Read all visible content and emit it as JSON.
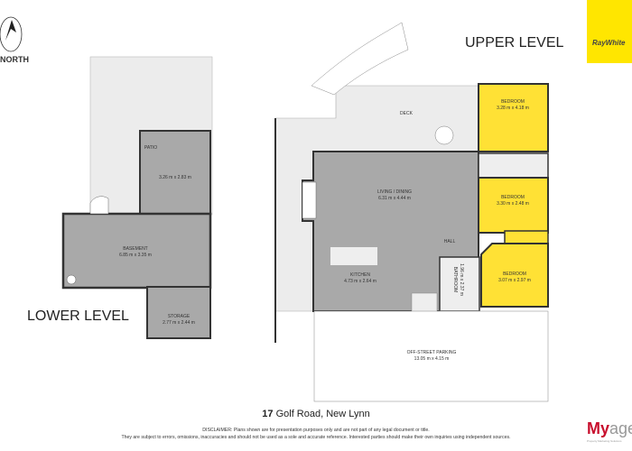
{
  "compass": {
    "label": "NORTH",
    "icon": "north-arrow-icon"
  },
  "levels": {
    "upper": "UPPER LEVEL",
    "lower": "LOWER LEVEL"
  },
  "lower_rooms": [
    {
      "name": "PATIO",
      "dims": ""
    },
    {
      "name": "",
      "dims": "3.26 m x 2.83 m"
    },
    {
      "name": "BASEMENT",
      "dims": "6.85 m x 3.35 m"
    },
    {
      "name": "STORAGE",
      "dims": "2.77 m x 2.44 m"
    }
  ],
  "upper_rooms": [
    {
      "name": "DECK",
      "dims": ""
    },
    {
      "name": "BEDROOM",
      "dims": "3.28 m x 4.18 m"
    },
    {
      "name": "LIVING / DINING",
      "dims": "6.31 m x 4.44 m"
    },
    {
      "name": "BEDROOM",
      "dims": "3.30 m x 2.48 m"
    },
    {
      "name": "HALL",
      "dims": ""
    },
    {
      "name": "KITCHEN",
      "dims": "4.73 m x 2.64 m"
    },
    {
      "name": "BATHROOM",
      "dims": "1.96 m x 2.37 m"
    },
    {
      "name": "BEDROOM",
      "dims": "3.07 m x 2.97 m"
    },
    {
      "name": "OFF-STREET PARKING",
      "dims": "13.05 m x 4.15 m"
    }
  ],
  "colors": {
    "bedroom": "#ffe135",
    "room": "#a9a9a9",
    "outdoor": "#ececec",
    "brand_raywhite": "#ffe600",
    "brand_myagent": "#c8102e"
  },
  "address": {
    "number": "17",
    "street": "Golf Road, New Lynn"
  },
  "disclaimer": [
    "DISCLAIMER: Plans shown are for presentation purposes only and are not part of any legal document or title.",
    "They are subject to errors, omissions, inaccuracies and should not be used as a sole and accurate reference. Interested parties should make their own inquiries using independent sources."
  ],
  "logos": {
    "raywhite": "RayWhite",
    "myagent_my": "My",
    "myagent_rest": "agent",
    "myagent_tag": "Property Marketing Solutions"
  }
}
